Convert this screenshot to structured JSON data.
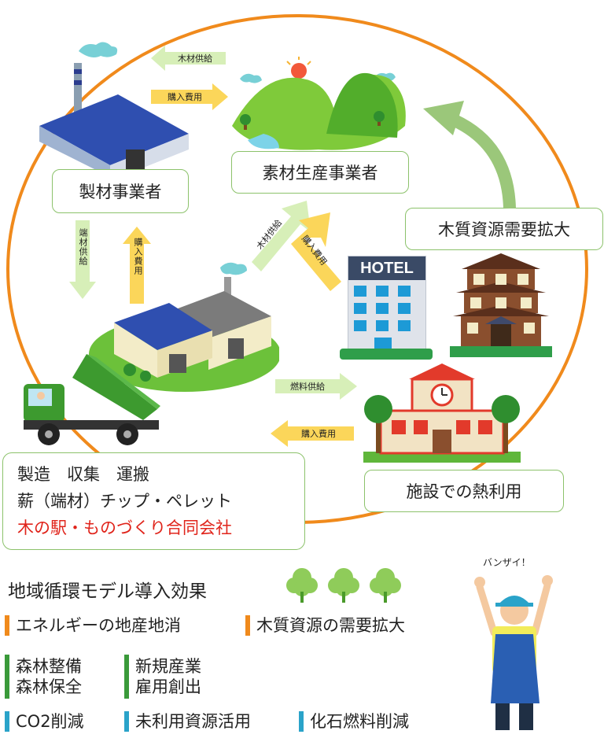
{
  "nodes": {
    "sawmill": "製材事業者",
    "producer": "素材生産事業者",
    "demand": "木質資源需要拡大",
    "heat_use": "施設での熱利用"
  },
  "arrows": {
    "timber_supply_top": "木材供給",
    "purchase_cost_top": "購入費用",
    "offcut_supply": "端材供給",
    "purchase_cost_left": "購入費用",
    "timber_supply_mid": "木材供給",
    "purchase_cost_mid": "購入費用",
    "fuel_supply": "燃料供給",
    "purchase_cost_bottom": "購入費用"
  },
  "hotel_sign": "HOTEL",
  "company_box": {
    "line1": "製造　収集　運搬",
    "line2": "薪（端材）チップ・ペレット",
    "line3": "木の駅・ものづくり合同会社"
  },
  "effects": {
    "title": "地域循環モデル導入効果",
    "orange": [
      "エネルギーの地産地消",
      "木質資源の需要拡大"
    ],
    "green": [
      [
        "森林整備",
        "森林保全"
      ],
      [
        "新規産業",
        "雇用創出"
      ]
    ],
    "blue": [
      "CO2削減",
      "未利用資源活用",
      "化石燃料削減"
    ]
  },
  "speech": "バンザイ！",
  "colors": {
    "cycle": "#f08a1c",
    "node_border": "#8cc26b",
    "arrow_yellow": "#fbd65a",
    "arrow_green": "#d7efb8",
    "orange_bar": "#f08a1c",
    "green_bar": "#3a9a3a",
    "blue_bar": "#2aa3c9",
    "company_red": "#e0241b"
  }
}
